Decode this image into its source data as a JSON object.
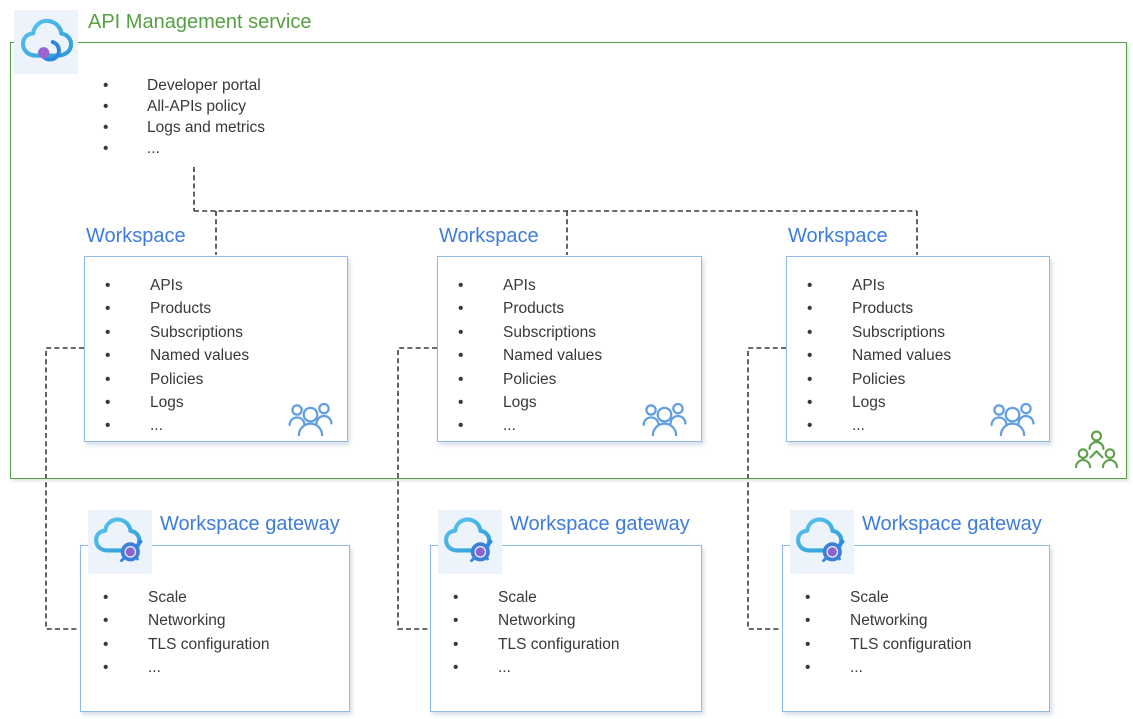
{
  "ui": {
    "bullet": "•"
  },
  "service": {
    "title": "API Management service",
    "items": [
      "Developer portal",
      "All-APIs policy",
      "Logs and metrics",
      "..."
    ]
  },
  "workspace": {
    "title": "Workspace",
    "items": [
      "APIs",
      "Products",
      "Subscriptions",
      "Named values",
      "Policies",
      "Logs",
      "..."
    ]
  },
  "gateway": {
    "title": "Workspace gateway",
    "items": [
      "Scale",
      "Networking",
      "TLS configuration",
      "..."
    ]
  },
  "icons": {
    "service_icon": "api-management-cloud-icon",
    "gateway_icon": "workspace-gateway-cloud-icon",
    "workspace_members_icon": "people-icon",
    "service_members_icon": "people-icon"
  },
  "colors": {
    "green": "#55A043",
    "blue_title": "#3E7CDB",
    "box_border": "#8FB9E8",
    "people_blue": "#5E9EE3",
    "people_green": "#5CA04C",
    "connector": "#3B3B3B",
    "text": "#383838"
  }
}
